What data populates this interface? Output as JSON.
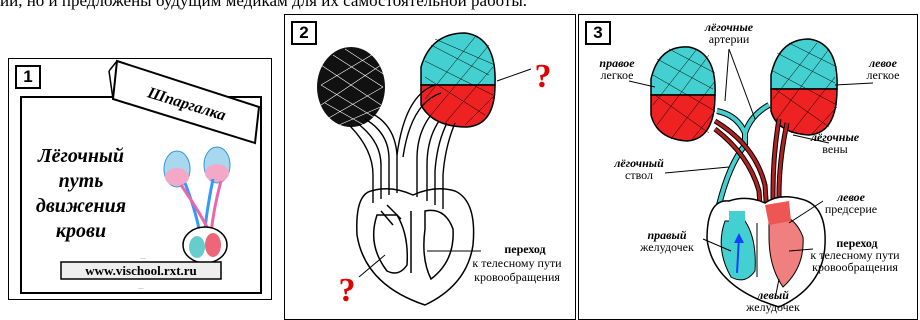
{
  "top_text": "ии, но и предложены будущим медикам для их самостоятельной работы.",
  "panel1": {
    "number": "1",
    "banner": "Шпаргалка",
    "title_lines": [
      "Лёгочный",
      "путь",
      "движения",
      "крови"
    ],
    "small_text": "…",
    "url": "www.vischool.rxt.ru",
    "authors": "…"
  },
  "panel2": {
    "number": "2",
    "question_mark": "?",
    "transition_bold": "переход",
    "transition_line2": "к телесному пути",
    "transition_line3": "кровообращения"
  },
  "panel3": {
    "number": "3",
    "right_lung_1": "правое",
    "right_lung_2": "легкое",
    "pulm_arteries_1": "лёгочные",
    "pulm_arteries_2": "артерии",
    "left_lung_1": "левое",
    "left_lung_2": "легкое",
    "pulm_veins_1": "лёгочные",
    "pulm_veins_2": "вены",
    "pulm_trunk_1": "лёгочный",
    "pulm_trunk_2": "ствол",
    "left_atrium_1": "левое",
    "left_atrium_2": "предсерие",
    "right_ventricle_1": "правый",
    "right_ventricle_2": "желудочек",
    "transition_bold": "переход",
    "transition_line2": "к телесному пути",
    "transition_line3": "кровообращения",
    "left_ventricle_1": "левый",
    "left_ventricle_2": "желудочек"
  },
  "colors": {
    "blue": "#33cccc",
    "red": "#ee2222",
    "pink": "#f4a0a0",
    "question": "#e00000"
  }
}
